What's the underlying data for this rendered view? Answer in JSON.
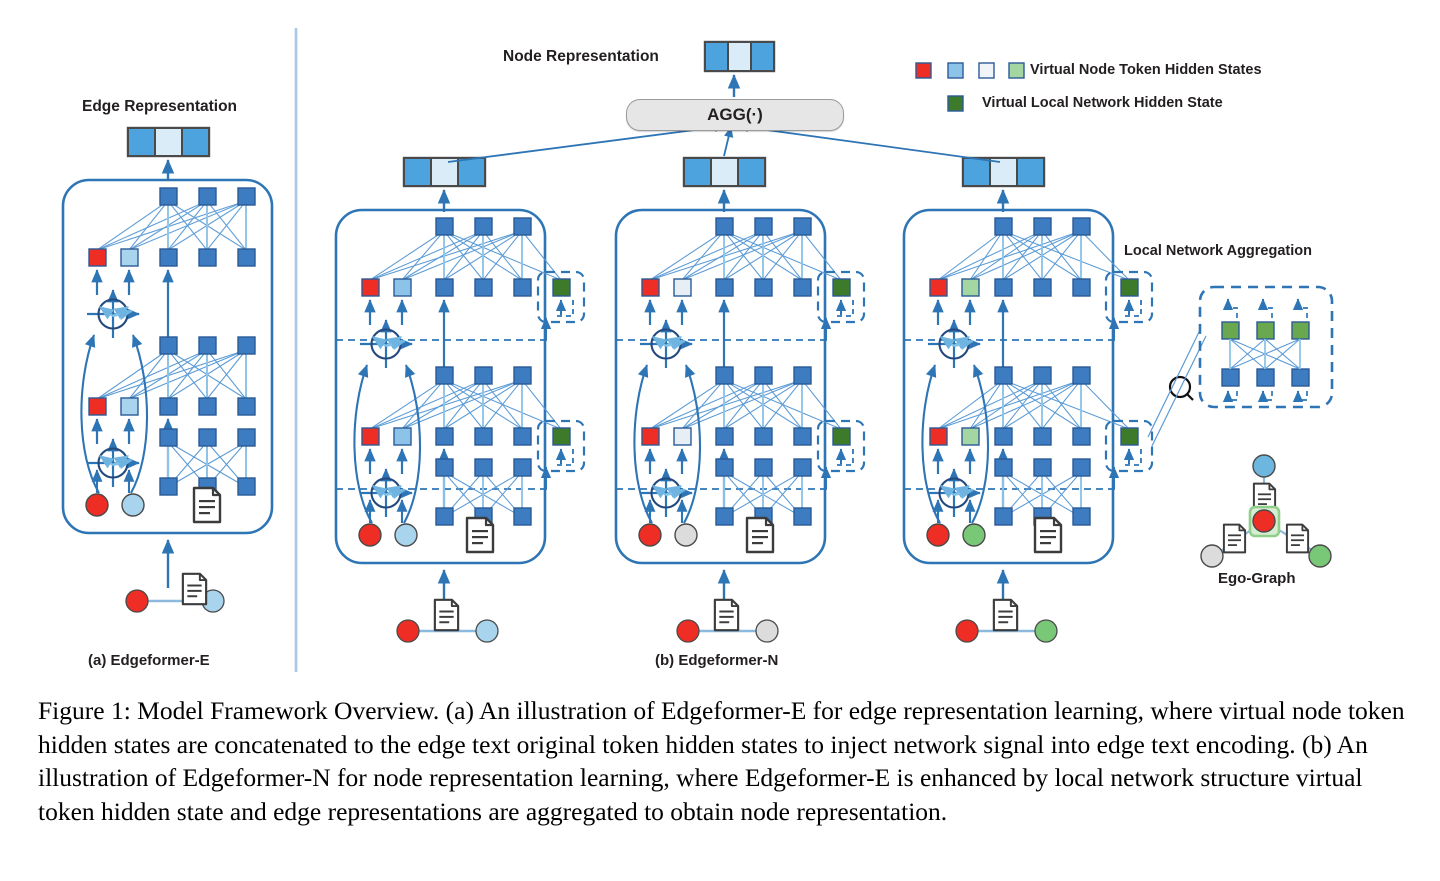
{
  "figure": {
    "labels": {
      "edge_representation": "Edge Representation",
      "node_representation": "Node Representation",
      "agg": "AGG(·)",
      "local_network_aggregation": "Local Network Aggregation",
      "ego_graph": "Ego-Graph",
      "panel_a": "(a) Edgeformer-E",
      "panel_b": "(b) Edgeformer-N"
    },
    "legend": [
      {
        "label": "Virtual Node Token Hidden States",
        "swatches": [
          "#ee2d24",
          "#8dc3e8",
          "#e8eef5",
          "#a3d6a0"
        ]
      },
      {
        "label": "Virtual Local Network Hidden State",
        "swatches": [
          "#3d7a2a"
        ]
      }
    ],
    "colors": {
      "accent_blue": "#2e75b6",
      "node_blue": "#3d7cc0",
      "rep_blue": "#4da3dd",
      "rep_light": "#d9ecf8",
      "red": "#ee2d24",
      "light_blue": "#a8d4ee",
      "gray": "#dcdcdc",
      "green": "#a3d6a0",
      "dark_green": "#3d7a2a",
      "stroke": "#2e75b6",
      "divider": "#a8c8e8"
    },
    "panel_a": {
      "name": "Edgeformer-E",
      "representation_bar": [
        "#4da3dd",
        "#d9ecf8",
        "#4da3dd"
      ],
      "input_edge": {
        "source_node_color": "#ee2d24",
        "target_node_color": "#a8d4ee",
        "doc_icon": "document-icon"
      },
      "virtual_tokens": [
        "#ee2d24",
        "#a8d4ee"
      ],
      "layers": 3,
      "tokens_per_layer": 3
    },
    "panel_b": {
      "name": "Edgeformer-N",
      "columns": [
        {
          "representation_bar": [
            "#4da3dd",
            "#d9ecf8",
            "#4da3dd"
          ],
          "virtual_tokens": [
            "#ee2d24",
            "#8dc3e8"
          ],
          "virtual_local_network": "#3d7a2a",
          "input_edge": {
            "source_node_color": "#ee2d24",
            "target_node_color": "#a8d4ee"
          }
        },
        {
          "representation_bar": [
            "#4da3dd",
            "#d9ecf8",
            "#4da3dd"
          ],
          "virtual_tokens": [
            "#ee2d24",
            "#e8eef5"
          ],
          "virtual_local_network": "#3d7a2a",
          "input_edge": {
            "source_node_color": "#ee2d24",
            "target_node_color": "#dcdcdc"
          }
        },
        {
          "representation_bar": [
            "#4da3dd",
            "#d9ecf8",
            "#4da3dd"
          ],
          "virtual_tokens": [
            "#ee2d24",
            "#a3d6a0"
          ],
          "virtual_local_network": "#3d7a2a",
          "input_edge": {
            "source_node_color": "#ee2d24",
            "target_node_color": "#79c878"
          }
        }
      ],
      "local_network_aggregation": {
        "top_row_color": "#6aa84f",
        "bottom_row_color": "#3d7cc0",
        "nodes_per_row": 3,
        "magnifier_icon": "magnifier-icon"
      },
      "ego_graph": {
        "center_node_color": "#ee2d24",
        "center_highlight_color": "#a3d6a0",
        "neighbor_colors": [
          "#6cb6e0",
          "#dcdcdc",
          "#79c878"
        ],
        "doc_icons": 3
      }
    }
  },
  "caption": "Figure 1: Model Framework Overview. (a) An illustration of Edgeformer-E for edge representation learning, where virtual node token hidden states are concatenated to the edge text original token hidden states to inject network signal into edge text encoding. (b) An illustration of Edgeformer-N for node representation learning, where Edgeformer-E is enhanced by local network structure virtual token hidden state and edge representations are aggregated to obtain node representation."
}
